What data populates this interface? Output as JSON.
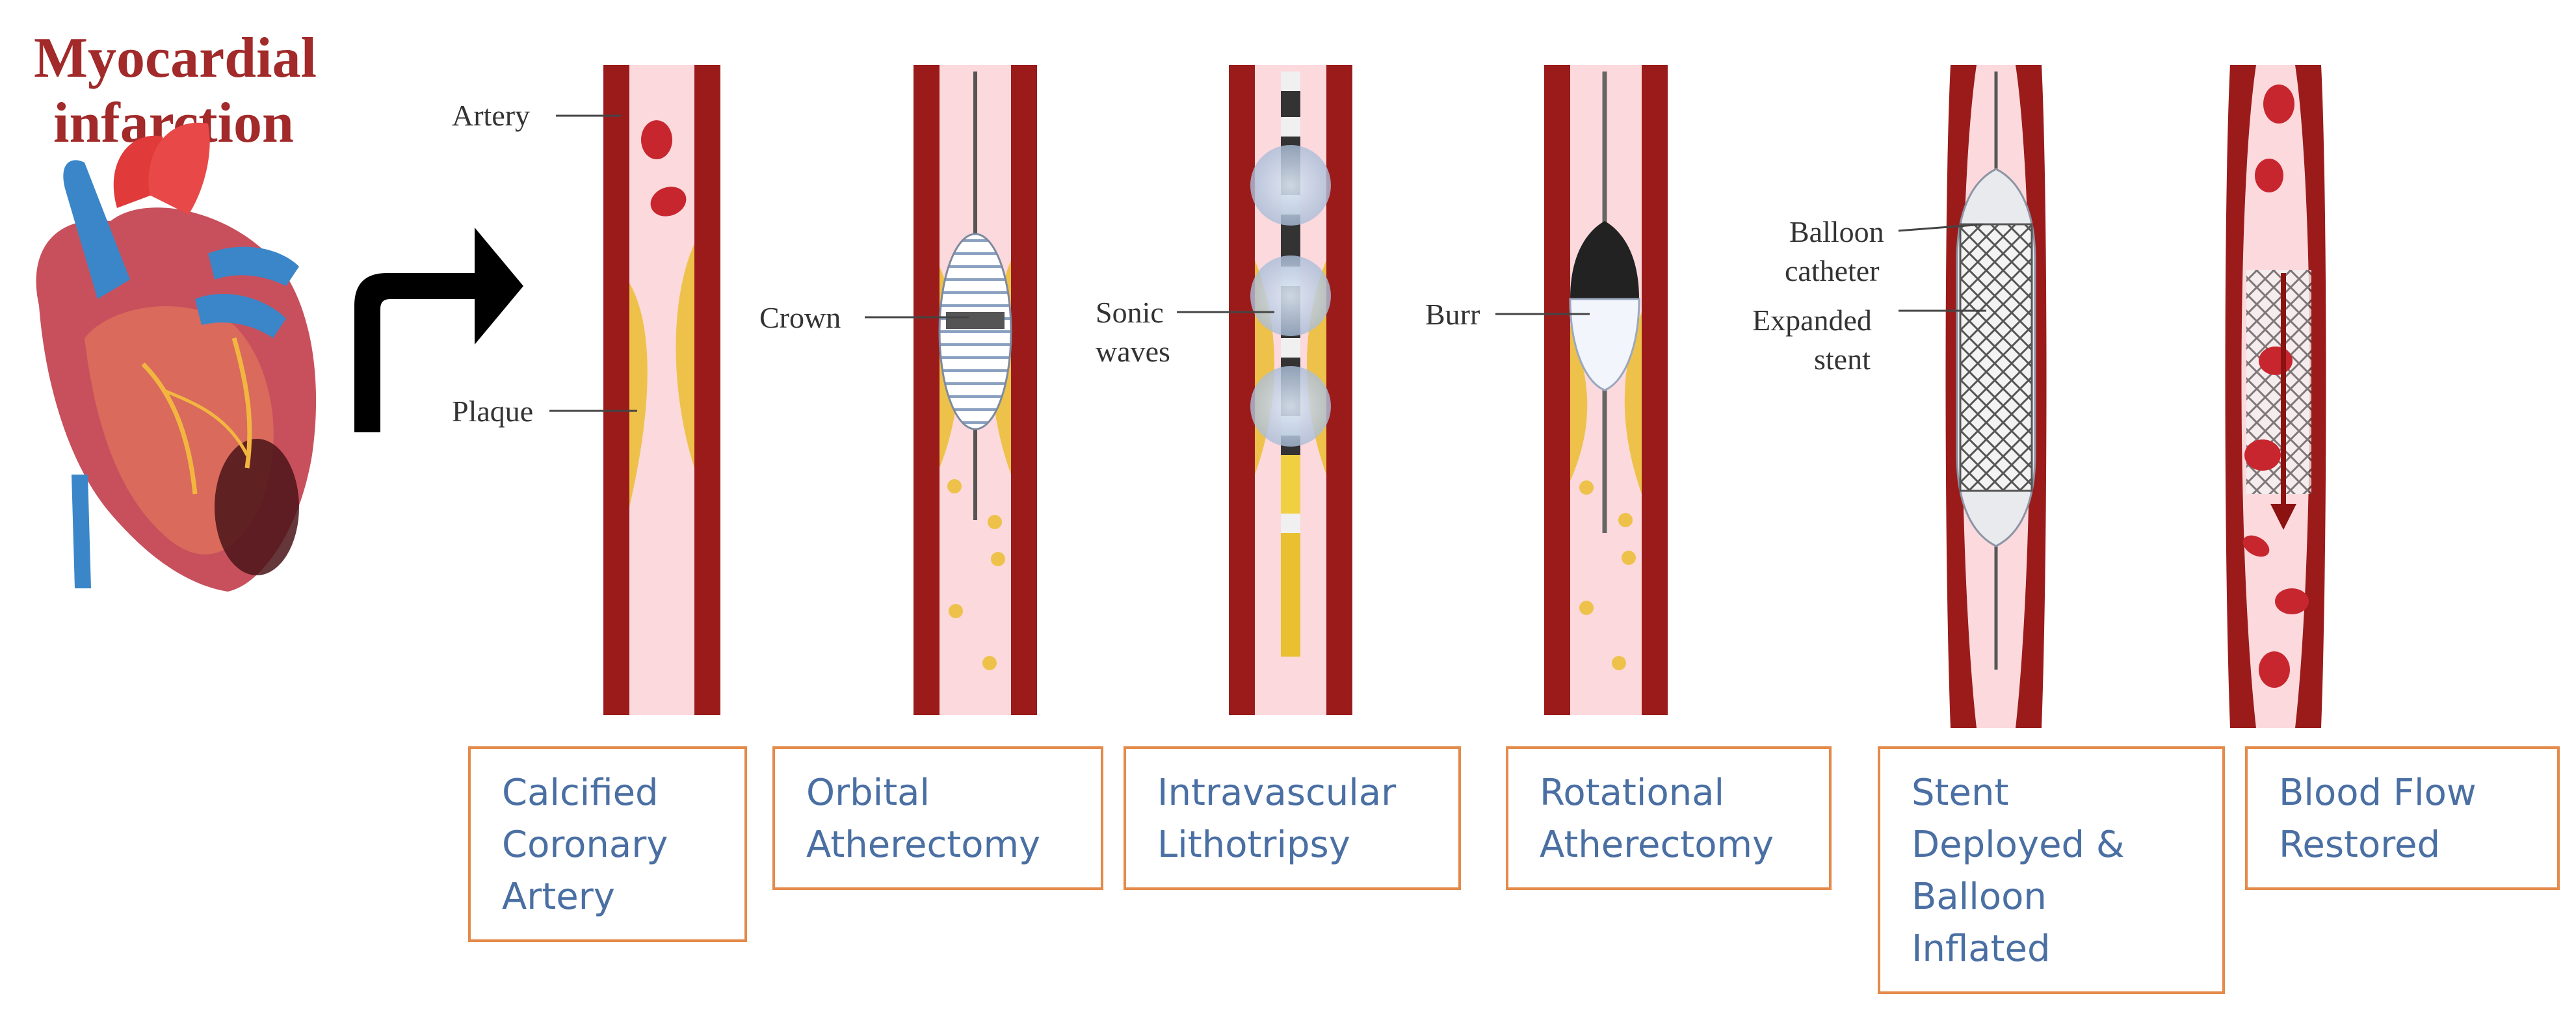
{
  "title": {
    "line1": "Myocardial",
    "line2": "infarction"
  },
  "colors": {
    "wall": "#9b1b1b",
    "lumen": "#fbd9dc",
    "plaque": "#eec24a",
    "rbc": "#c8262e",
    "caption_border": "#e48a4a",
    "caption_text": "#4a6fa3",
    "title": "#a22a2a"
  },
  "icons": {
    "heart": "heart-icon",
    "arrow": "curved-arrow-icon"
  },
  "panels": [
    {
      "caption": [
        "Calcified",
        "Coronary",
        "Artery"
      ],
      "labels": [
        "Artery",
        "Plaque"
      ]
    },
    {
      "caption": [
        "Orbital",
        "Atherectomy"
      ],
      "labels": [
        "Crown"
      ]
    },
    {
      "caption": [
        "Intravascular",
        "Lithotripsy"
      ],
      "labels": [
        "Sonic",
        "waves"
      ]
    },
    {
      "caption": [
        "Rotational",
        "Atherectomy"
      ],
      "labels": [
        "Burr"
      ]
    },
    {
      "caption": [
        "Stent",
        "Deployed &",
        "Balloon",
        "Inflated"
      ],
      "labels": [
        "Balloon",
        "catheter",
        "Expanded",
        "stent"
      ]
    },
    {
      "caption": [
        "Blood Flow",
        "Restored"
      ],
      "labels": []
    }
  ]
}
